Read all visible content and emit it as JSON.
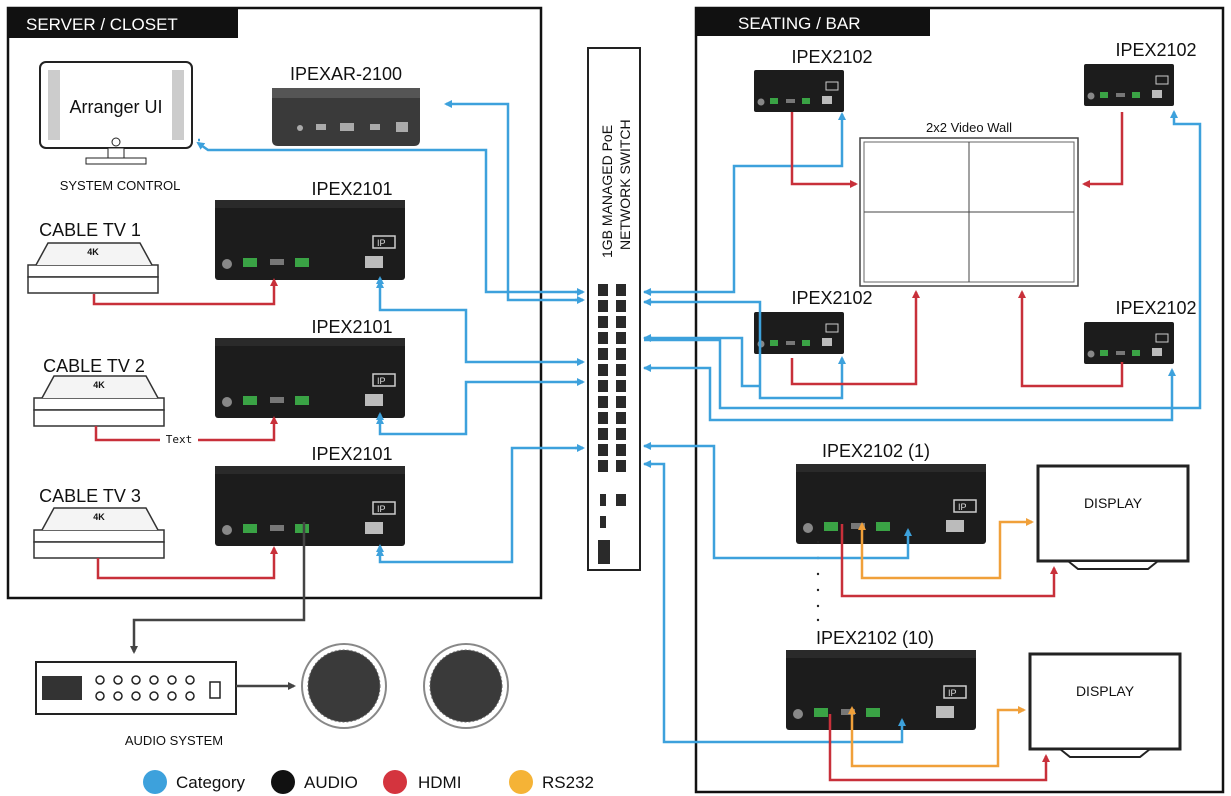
{
  "sections": {
    "server": "SERVER / CLOSET",
    "seating": "SEATING / BAR"
  },
  "left": {
    "arranger_screen": "Arranger UI",
    "system_control": "SYSTEM  CONTROL",
    "ipexar": "IPEXAR-2100",
    "cable1": "CABLE TV 1",
    "cable2": "CABLE TV 2",
    "cable3": "CABLE TV 3",
    "ipex2101": "IPEX2101",
    "box_logo": "4K",
    "text_label": "Text",
    "audio": "AUDIO SYSTEM"
  },
  "switch": {
    "line1": "1GB MANAGED PoE",
    "line2": "NETWORK SWITCH"
  },
  "right": {
    "ipex2102": "IPEX2102",
    "videowall": "2x2 Video Wall",
    "ipex2102_1": "IPEX2102 (1)",
    "ipex2102_10": "IPEX2102 (10)",
    "display": "DISPLAY"
  },
  "legend": {
    "items": [
      {
        "label": "Category",
        "color": "#3da1dc"
      },
      {
        "label": "AUDIO",
        "color": "#111111"
      },
      {
        "label": "HDMI",
        "color": "#d4343e"
      },
      {
        "label": "RS232",
        "color": "#f5b336"
      }
    ]
  },
  "colors": {
    "category": "#3da1dc",
    "hdmi": "#c8303a",
    "rs232": "#f0a03a",
    "audio": "#555555"
  },
  "icons": [
    "monitor-icon",
    "media-player-icon",
    "cable-box-icon",
    "ipex-device-icon",
    "speaker-icon",
    "amplifier-icon",
    "network-switch-icon",
    "display-icon",
    "video-wall-icon"
  ]
}
